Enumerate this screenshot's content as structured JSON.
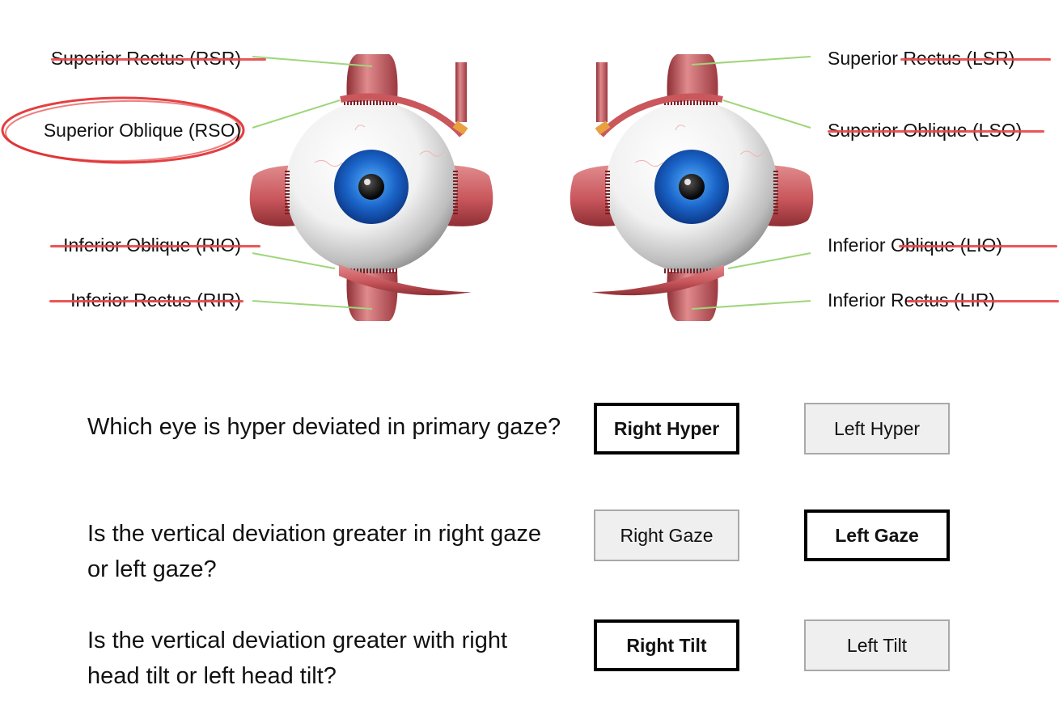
{
  "right_eye": {
    "muscles": [
      {
        "id": "rsr",
        "label": "Superior Rectus (RSR)",
        "state": "crossed"
      },
      {
        "id": "rso",
        "label": "Superior Oblique (RSO)",
        "state": "circled"
      },
      {
        "id": "rio",
        "label": "Inferior Oblique (RIO)",
        "state": "crossed"
      },
      {
        "id": "rir",
        "label": "Inferior Rectus (RIR)",
        "state": "crossed"
      }
    ]
  },
  "left_eye": {
    "muscles": [
      {
        "id": "lsr",
        "label": "Superior Rectus (LSR)",
        "state": "crossed"
      },
      {
        "id": "lso",
        "label": "Superior Oblique (LSO)",
        "state": "crossed"
      },
      {
        "id": "lio",
        "label": "Inferior Oblique (LIO)",
        "state": "crossed"
      },
      {
        "id": "lir",
        "label": "Inferior Rectus (LIR)",
        "state": "crossed"
      }
    ]
  },
  "colors": {
    "strike": "#e8484a",
    "circle": "#e02a2c",
    "leader_line": "#9fd67a",
    "muscle": "#c9575c",
    "iris": "#1a64c8"
  },
  "questions": [
    {
      "text": "Which eye is hyper deviated in primary gaze?",
      "options": [
        {
          "label": "Right Hyper",
          "selected": true
        },
        {
          "label": "Left Hyper",
          "selected": false
        }
      ]
    },
    {
      "text": "Is the vertical deviation greater in right gaze or left gaze?",
      "options": [
        {
          "label": "Right Gaze",
          "selected": false
        },
        {
          "label": "Left Gaze",
          "selected": true
        }
      ]
    },
    {
      "text": "Is the vertical deviation greater with right head tilt or left head tilt?",
      "options": [
        {
          "label": "Right Tilt",
          "selected": true
        },
        {
          "label": "Left Tilt",
          "selected": false
        }
      ]
    }
  ]
}
